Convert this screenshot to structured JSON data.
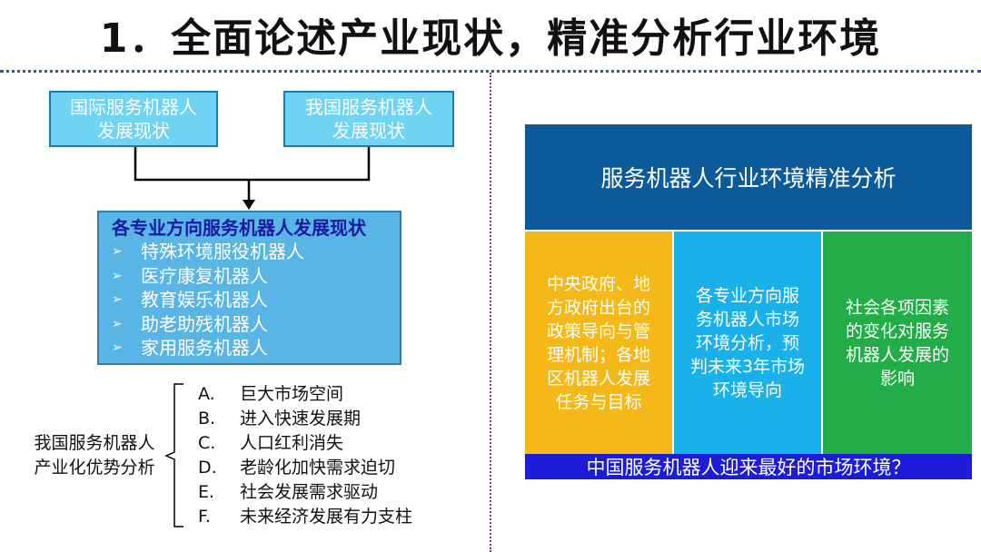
{
  "title": "1．全面论述产业现状，精准分析行业环境",
  "left": {
    "intl_box": [
      "国际服务机器人",
      "发展现状"
    ],
    "cn_box": [
      "我国服务机器人",
      "发展现状"
    ],
    "main_box": {
      "title": "各专业方向服务机器人发展现状",
      "bullet": "➢",
      "items": [
        "特殊环境服役机器人",
        "医疗康复机器人",
        "教育娱乐机器人",
        "助老助残机器人",
        "家用服务机器人"
      ]
    },
    "advantage_label": [
      "我国服务机器人",
      "产业化优势分析"
    ],
    "advantages": [
      {
        "letter": "A.",
        "text": "巨大市场空间"
      },
      {
        "letter": "B.",
        "text": "进入快速发展期"
      },
      {
        "letter": "C.",
        "text": "人口红利消失"
      },
      {
        "letter": "D.",
        "text": "老龄化加快需求迫切"
      },
      {
        "letter": "E.",
        "text": "社会发展需求驱动"
      },
      {
        "letter": "F.",
        "text": "未来经济发展有力支柱"
      }
    ]
  },
  "right": {
    "header": "服务机器人行业环境精准分析",
    "columns": [
      {
        "lines": [
          "中央政府、地",
          "方政府出台的",
          "政策导向与管",
          "理机制；各地",
          "区机器人发展",
          "任务与目标"
        ],
        "color": "#f4b918"
      },
      {
        "lines": [
          "各专业方向服",
          "务机器人市场",
          "环境分析，预",
          "判未来3年市场",
          "环境导向"
        ],
        "color": "#1ab1ea"
      },
      {
        "lines": [
          "社会各项因素",
          "的变化对服务",
          "机器人发展的",
          "影响"
        ],
        "color": "#22ad48"
      }
    ],
    "footer": "中国服务机器人迎来最好的市场环境？"
  },
  "colors": {
    "separator": "#2d56b4",
    "light_box": "#6fd3f4",
    "main_box": "#58b5e6",
    "header": "#0d5a9a",
    "footer": "#1c1cd9"
  }
}
